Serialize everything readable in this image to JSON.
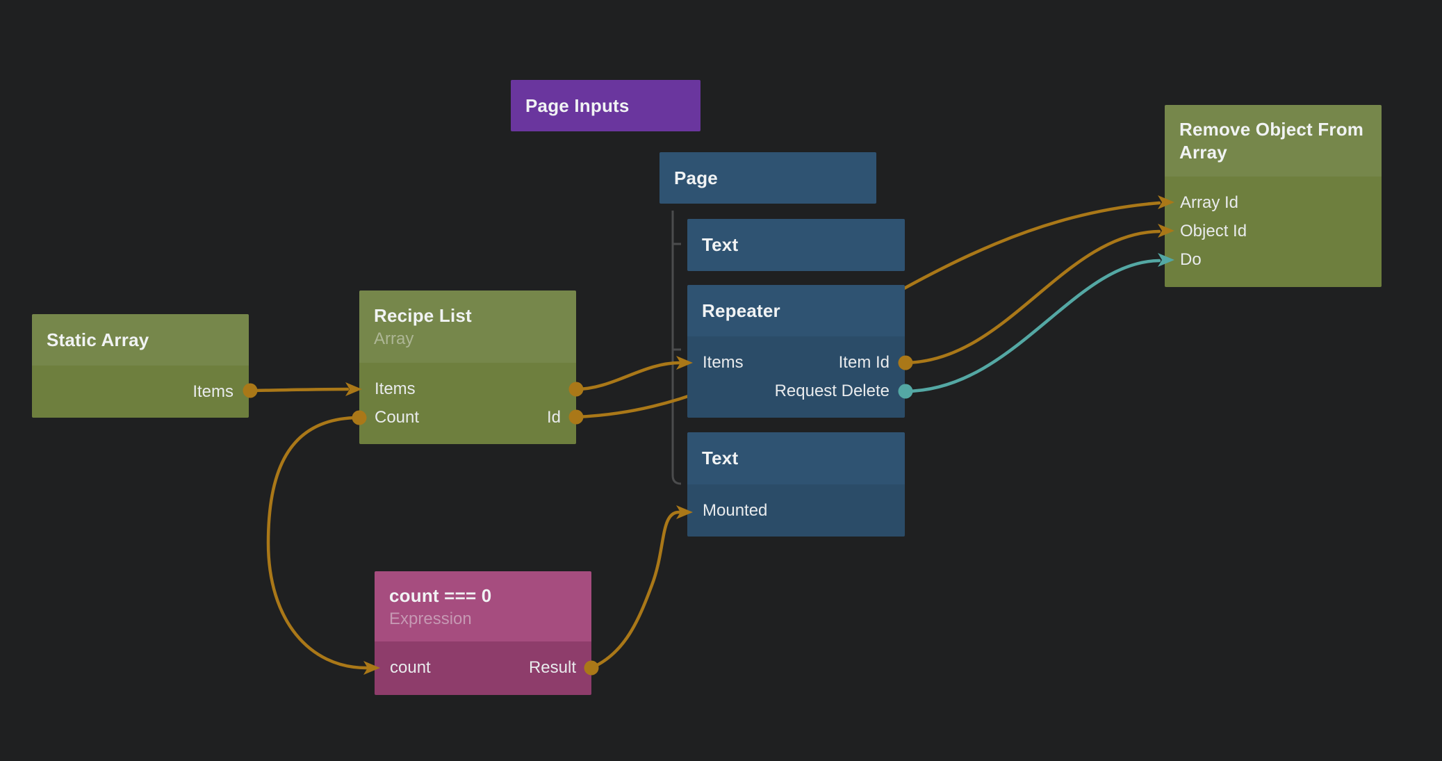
{
  "palette": {
    "background": "#1f2021",
    "node_purple": "#6a369e",
    "node_blue_header": "#2f5372",
    "node_blue_body": "#2b4c68",
    "node_green_header": "#76874b",
    "node_green_body": "#6e7f3e",
    "node_magenta_header": "#a64d7f",
    "node_magenta_body": "#8e3d6b",
    "wire_orange": "#aa7818",
    "wire_teal": "#54a8a4",
    "tree_line": "#4b4c4d"
  },
  "nodes": [
    {
      "id": "page-inputs",
      "title": "Page Inputs"
    },
    {
      "id": "page",
      "title": "Page"
    },
    {
      "id": "text-1",
      "title": "Text"
    },
    {
      "id": "repeater",
      "title": "Repeater",
      "rows": [
        {
          "left": "Items",
          "right": "Item Id"
        },
        {
          "left": "",
          "right": "Request Delete"
        }
      ]
    },
    {
      "id": "text-2",
      "title": "Text",
      "rows": [
        {
          "left": "Mounted",
          "right": ""
        }
      ]
    },
    {
      "id": "static-array",
      "title": "Static Array",
      "rows": [
        {
          "left": "",
          "right": "Items"
        }
      ]
    },
    {
      "id": "recipe-list",
      "title": "Recipe List",
      "subtitle": "Array",
      "rows": [
        {
          "left": "Items",
          "right": ""
        },
        {
          "left": "Count",
          "right": "Id"
        }
      ]
    },
    {
      "id": "remove-object-from-array",
      "title": "Remove Object From Array",
      "rows": [
        {
          "left": "Array Id",
          "right": ""
        },
        {
          "left": "Object Id",
          "right": ""
        },
        {
          "left": "Do",
          "right": ""
        }
      ]
    },
    {
      "id": "expression",
      "title": "count === 0",
      "subtitle": "Expression",
      "rows": [
        {
          "left": "count",
          "right": "Result"
        }
      ]
    }
  ],
  "hierarchy": {
    "parent": "Page",
    "children": [
      "Text",
      "Repeater",
      "Text"
    ]
  },
  "connections": [
    {
      "from": "Static Array.Items",
      "to": "Recipe List.Items",
      "color": "#aa7818"
    },
    {
      "from": "Recipe List.Items",
      "to": "Repeater.Items",
      "color": "#aa7818"
    },
    {
      "from": "Recipe List.Id",
      "to": "Remove Object From Array.Array Id",
      "color": "#aa7818"
    },
    {
      "from": "Recipe List.Count",
      "to": "count === 0.count",
      "color": "#aa7818"
    },
    {
      "from": "count === 0.Result",
      "to": "Text.Mounted",
      "color": "#aa7818"
    },
    {
      "from": "Repeater.Item Id",
      "to": "Remove Object From Array.Object Id",
      "color": "#aa7818"
    },
    {
      "from": "Repeater.Request Delete",
      "to": "Remove Object From Array.Do",
      "color": "#54a8a4"
    }
  ]
}
